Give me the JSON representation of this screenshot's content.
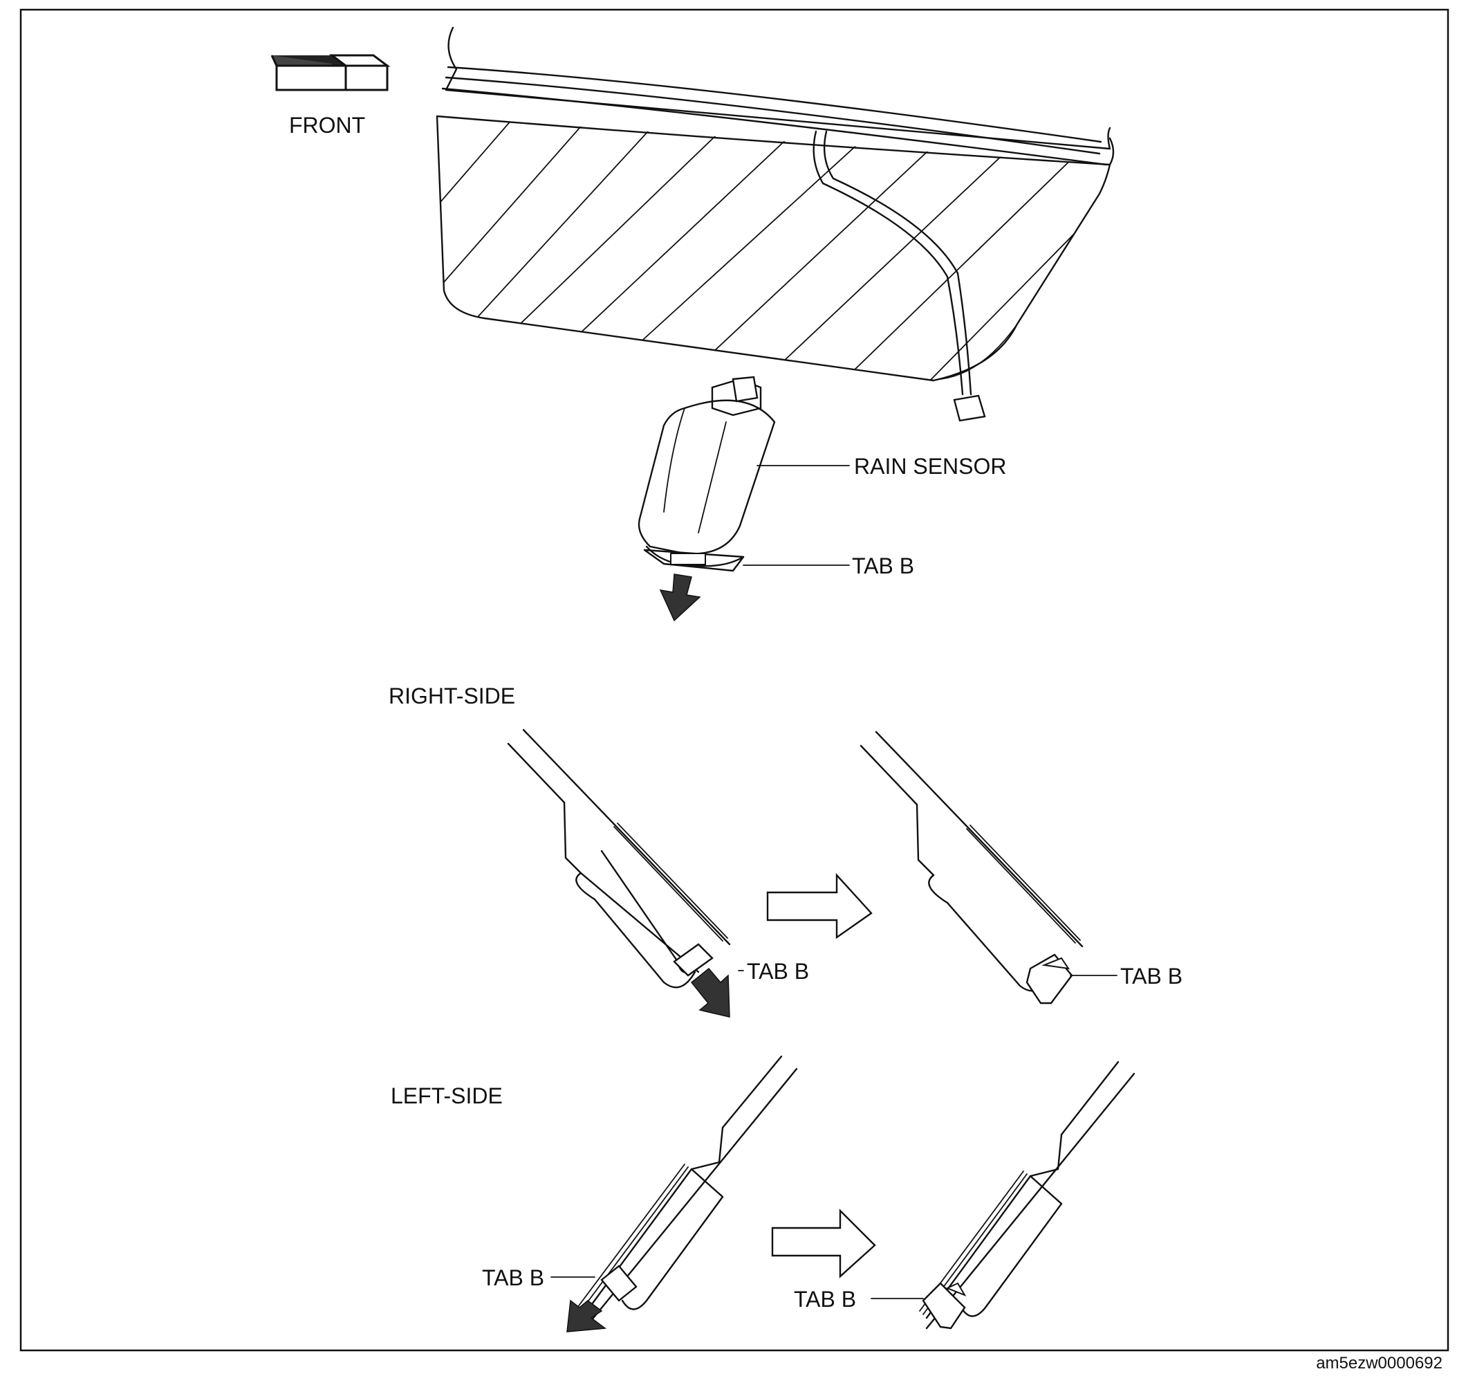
{
  "labels": {
    "front": "FRONT",
    "rain_sensor": "RAIN SENSOR",
    "tab_b": "TAB B",
    "right_side": "RIGHT-SIDE",
    "left_side": "LEFT-SIDE"
  },
  "figure_code": "am5ezw0000692",
  "icons": {
    "front": "front-arrow-icon",
    "direction": "block-arrow-icon",
    "pull": "pull-arrow-icon"
  },
  "colors": {
    "line": "#111111",
    "background": "#ffffff",
    "arrow_fill": "#333333"
  }
}
